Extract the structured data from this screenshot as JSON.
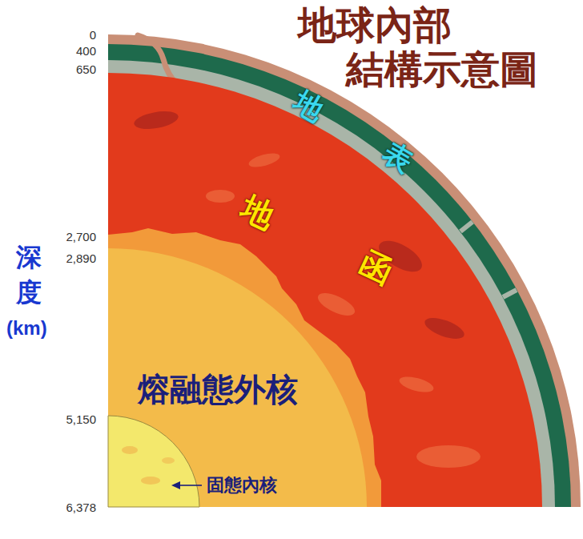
{
  "diagram": {
    "title": "地球內部 結構示意圖",
    "labels": [
      "0",
      "400",
      "650",
      "2,700",
      "2,890",
      "5,150",
      "6,378",
      "深度",
      "(km)",
      "地表",
      "地函",
      "熔融態外核",
      "固態內核"
    ]
  }
}
